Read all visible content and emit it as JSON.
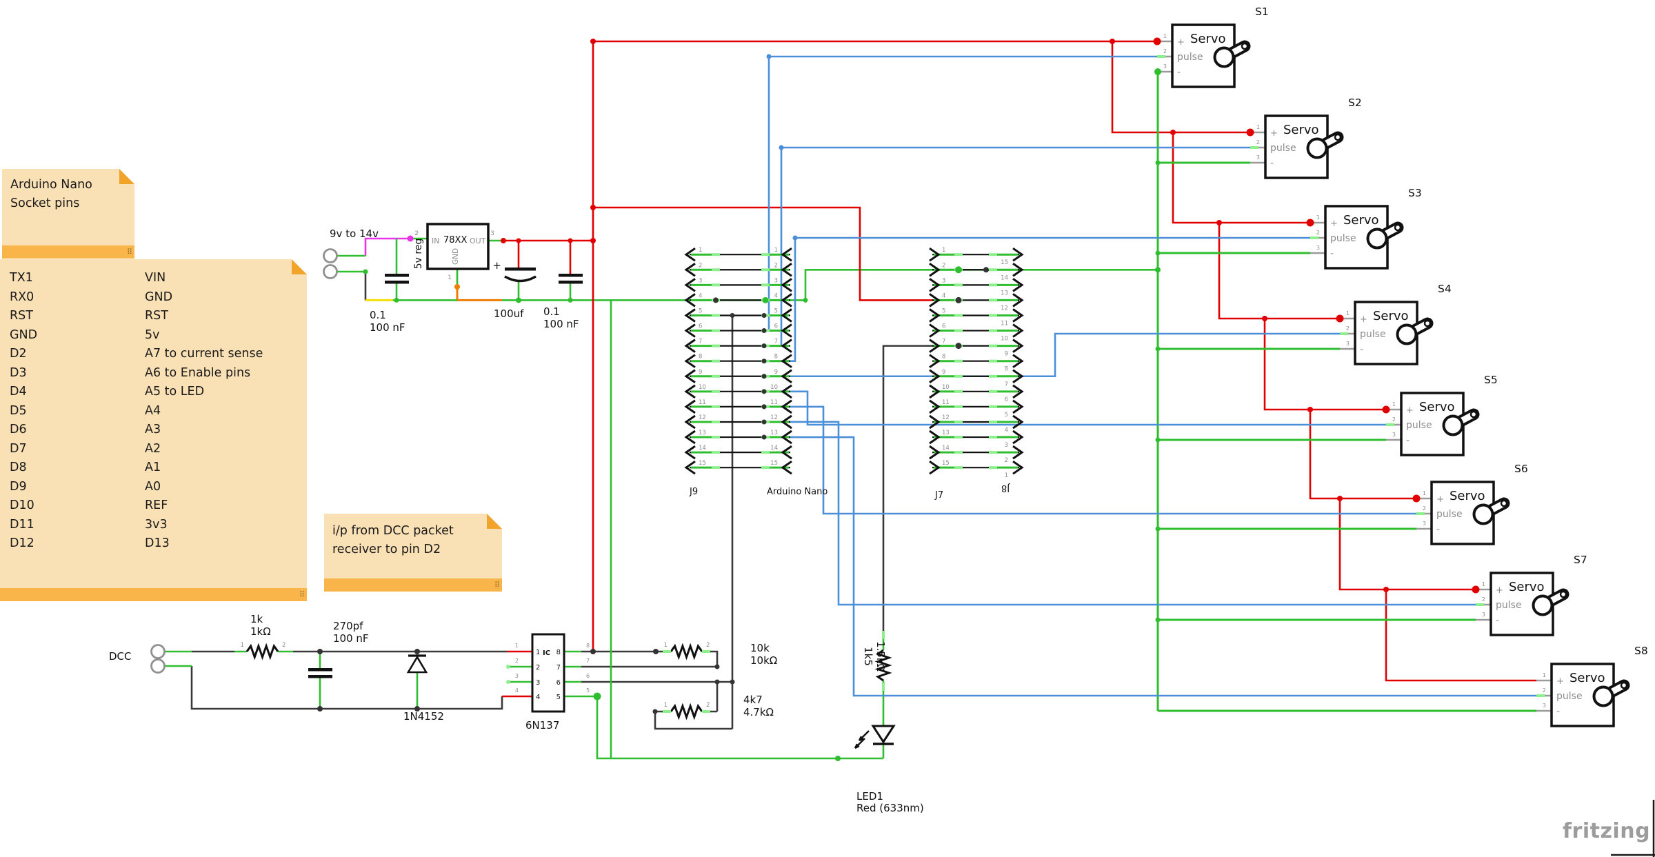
{
  "notes": {
    "socket_note": {
      "line1": "Arduino  Nano",
      "line2": "Socket pins"
    },
    "pin_list": {
      "left": [
        "TX1",
        "RX0",
        "RST",
        "GND",
        "D2",
        "D3",
        "D4",
        "D5",
        "D6",
        "D7",
        "D8",
        "D9",
        "D10",
        "D11",
        "D12"
      ],
      "right": [
        "VIN",
        "GND",
        "RST",
        "5v",
        "A7 to current sense",
        "A6 to Enable pins",
        "A5 to LED",
        "A4",
        "A3",
        "A2",
        "A1",
        "A0",
        "REF",
        "3v3",
        "D13"
      ]
    },
    "dcc_note": {
      "line1": "i/p from DCC packet",
      "line2": "receiver to pin D2"
    }
  },
  "power": {
    "source_label": "9v to 14v",
    "regulator": {
      "name": "78XX",
      "pin_in": "IN",
      "pin_out": "OUT",
      "pin_gnd": "GND",
      "side_label": "5v reg",
      "pin_numbers": {
        "in": "2",
        "out": "3",
        "gnd": "1"
      }
    },
    "cap_in": {
      "l1": "0.1",
      "l2": "100 nF"
    },
    "cap_bulk": {
      "value": "100uf",
      "plus": "+"
    },
    "cap_out": {
      "l1": "0.1",
      "l2": "100 nF"
    }
  },
  "dcc": {
    "label": "DCC",
    "resistor": {
      "l1": "1k",
      "l2": "1kΩ"
    },
    "cap": {
      "l1": "270pf",
      "l2": "100 nF"
    },
    "diode": "1N4152"
  },
  "optocoupler": {
    "name": "6N137",
    "designator": "IC",
    "left_pins": [
      "1",
      "2",
      "3",
      "4"
    ],
    "right_pins": [
      "8",
      "7",
      "6",
      "5"
    ]
  },
  "resistors": {
    "r10k": {
      "l1": "10k",
      "l2": "10kΩ"
    },
    "r4k7": {
      "l1": "4k7",
      "l2": "4.7kΩ"
    },
    "r1k5": {
      "l1": "1k5",
      "l2": "1.5kΩ"
    },
    "pin12": [
      "1",
      "2"
    ]
  },
  "led": {
    "l1": "LED1",
    "l2": "Red (633nm)"
  },
  "headers": {
    "j9": "J9",
    "nano": "Arduino Nano",
    "j7": "J7",
    "j8": "J8",
    "numbers": [
      "1",
      "2",
      "3",
      "4",
      "5",
      "6",
      "7",
      "8",
      "9",
      "10",
      "11",
      "12",
      "13",
      "14",
      "15"
    ]
  },
  "servos": {
    "title": "Servo",
    "pin_plus": "+",
    "pin_pulse": "pulse",
    "pin_minus": "-",
    "pin_numbers": [
      "1",
      "2",
      "3"
    ],
    "units": [
      "S1",
      "S2",
      "S3",
      "S4",
      "S5",
      "S6",
      "S7",
      "S8"
    ]
  },
  "watermark": "fritzing",
  "colors": {
    "wire_red": "#e00000",
    "wire_green": "#2fbe2f",
    "wire_green_light": "#8df08d",
    "wire_blue": "#4a8fd8",
    "wire_black": "#3a3a3a",
    "wire_magenta": "#e833e8",
    "wire_orange": "#ef7d00",
    "wire_yellow": "#f3e000",
    "stub_gray": "#9a9a9a",
    "component": "#111111",
    "dark_dot": "#333333",
    "text_gray": "#8c8c8c",
    "note_body": "#fae0b5",
    "note_bar": "#f9b44a",
    "watermark": "#9c9c9c"
  }
}
